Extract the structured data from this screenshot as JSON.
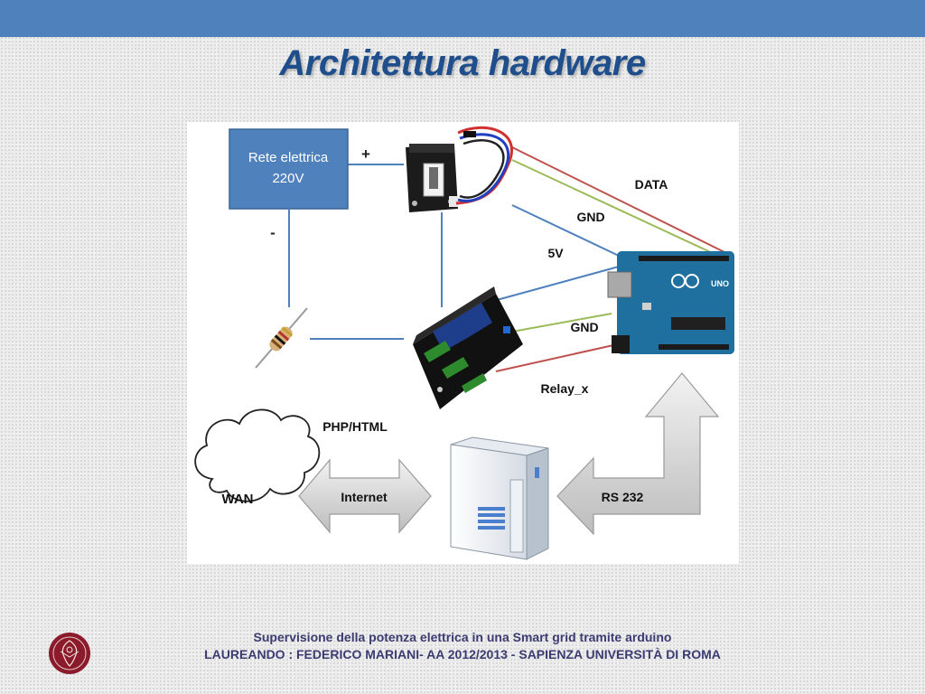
{
  "slide": {
    "title": "Architettura hardware",
    "footer_line1": "Supervisione della potenza elettrica in una Smart grid tramite arduino",
    "footer_line2": "LAUREANDO : FEDERICO MARIANI-  AA 2012/2013  - SAPIENZA UNIVERSITÀ DI ROMA"
  },
  "diagram": {
    "power_box_line1": "Rete elettrica",
    "power_box_line2": "220V",
    "plus_label": "+",
    "minus_label": "-",
    "data_label": "DATA",
    "gnd_label_top": "GND",
    "v5_label": "5V",
    "gnd_label_bottom": "GND",
    "relay_label": "Relay_x",
    "php_label": "PHP/HTML",
    "internet_label": "Internet",
    "wan_label": "WAN",
    "rs232_label": "RS 232",
    "arduino_board_label": "UNO",
    "colors": {
      "power_box": "#4f81bd",
      "wire_blue": "#4f81bd",
      "wire_red": "#c0504d",
      "wire_green": "#9bbb59",
      "arduino": "#1f6f9f"
    }
  }
}
